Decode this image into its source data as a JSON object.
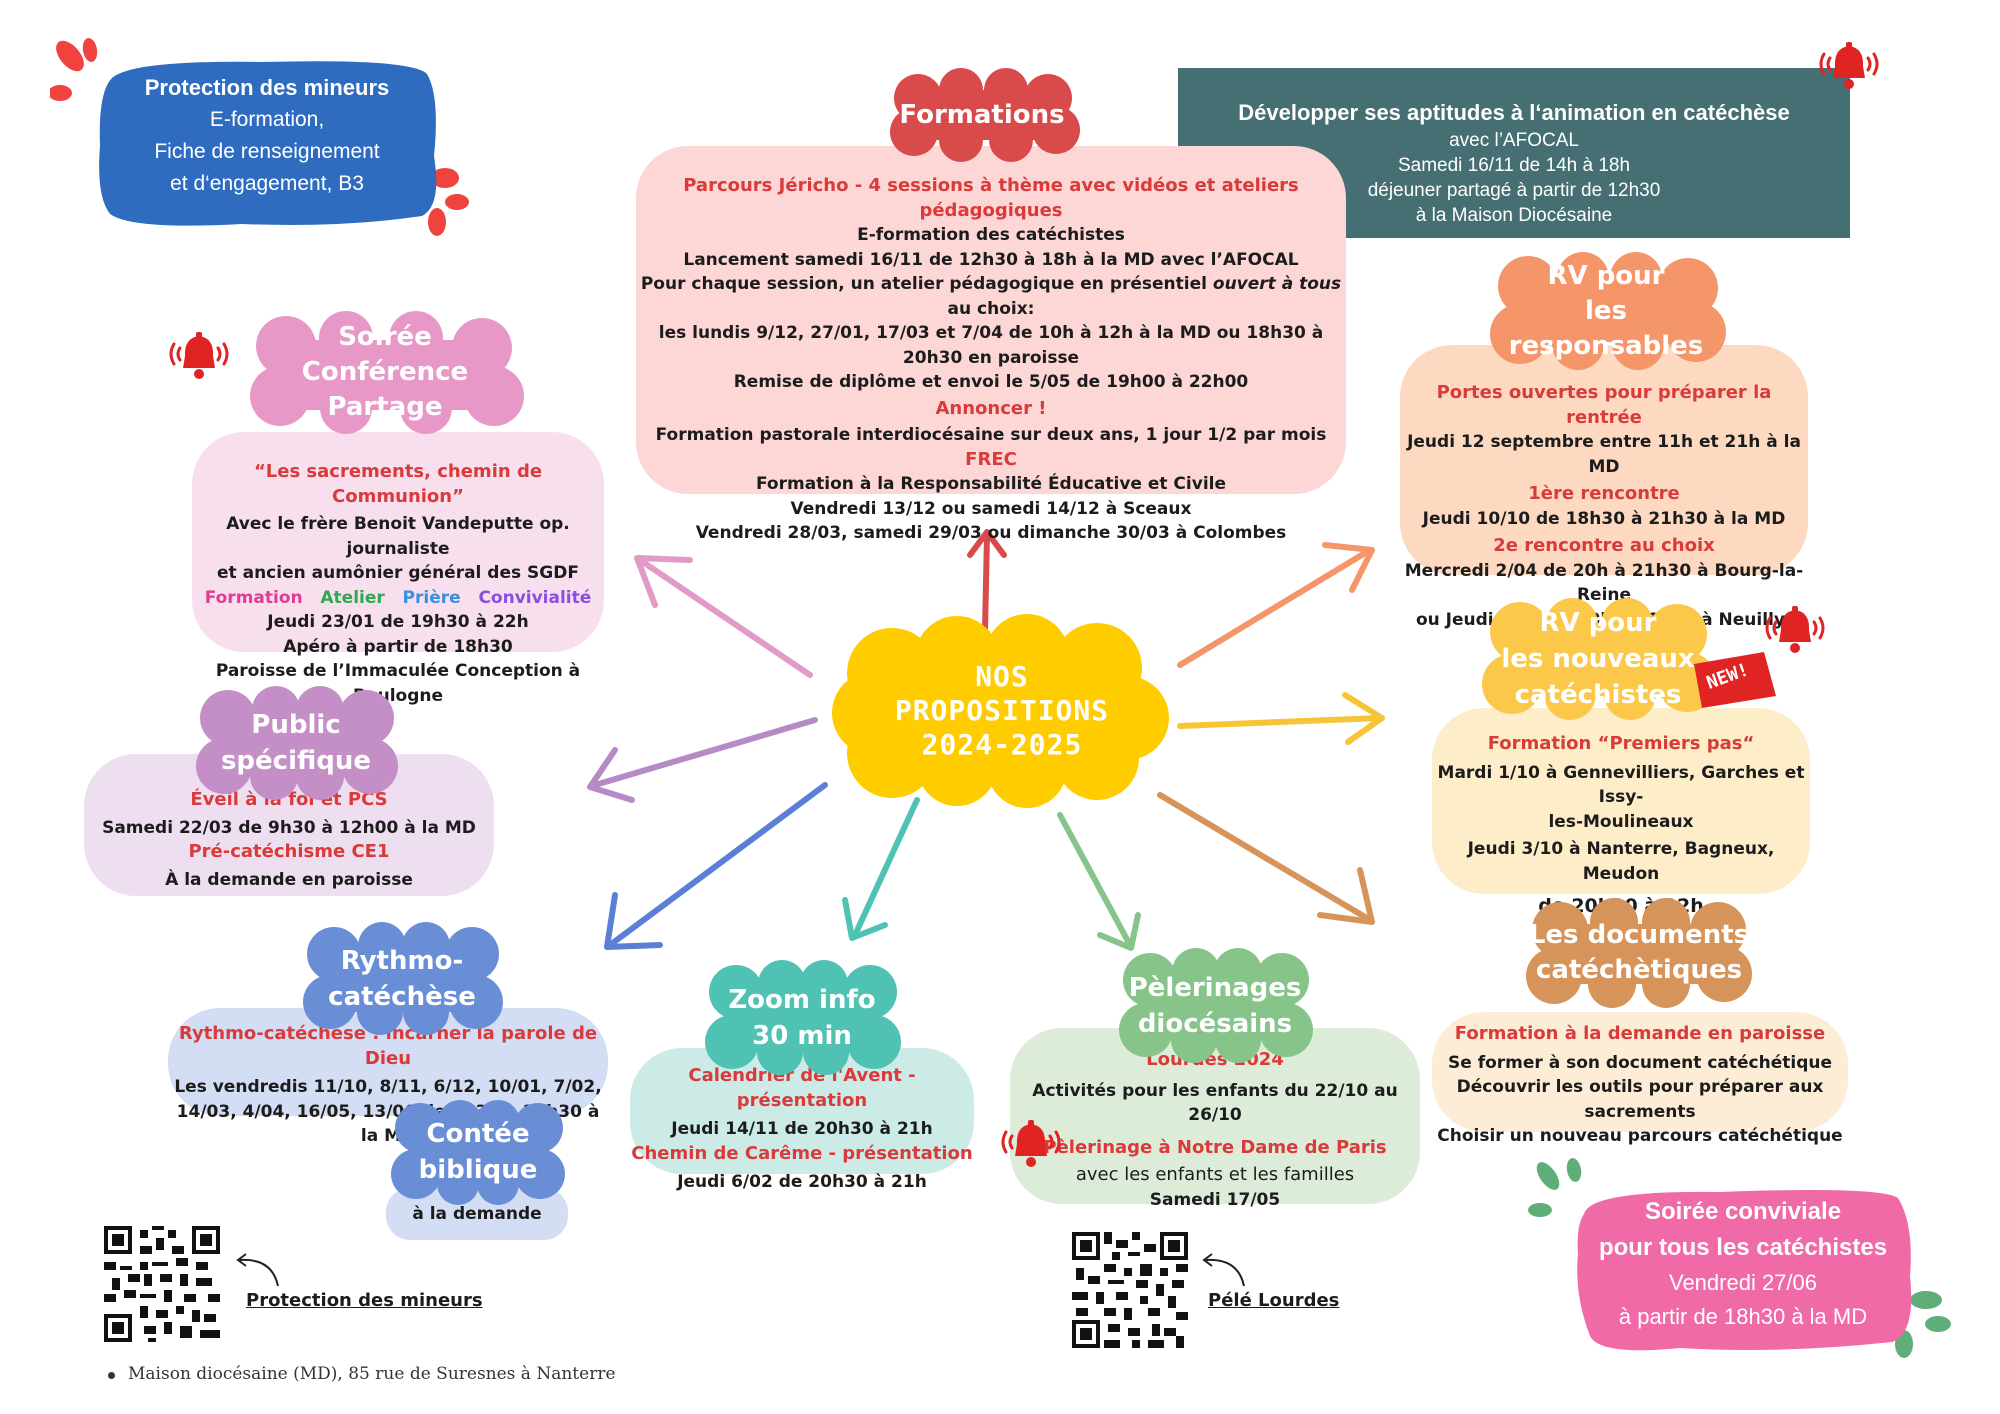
{
  "center": {
    "lines": [
      "NOS",
      "PROPOSITIONS",
      "2024-2025"
    ]
  },
  "protection": {
    "title": "Protection des mineurs",
    "lines": [
      "E-formation,",
      "Fiche de renseignement",
      "et d‘engagement, B3"
    ]
  },
  "afocal": {
    "title": "Développer ses aptitudes à l‘animation en catéchèse",
    "lines": [
      "avec l’AFOCAL",
      "Samedi 16/11 de 14h à 18h",
      "déjeuner partagé à partir de 12h30",
      "à la Maison Diocésaine"
    ]
  },
  "formations": {
    "tag": "Formations",
    "parcours": "Parcours Jéricho - 4 sessions à thème avec vidéos et ateliers pédagogiques",
    "l1": "E-formation des catéchistes",
    "l2": "Lancement samedi 16/11 de 12h30 à 18h à la MD avec l’AFOCAL",
    "l3a": "Pour chaque session, un atelier pédagogique en présentiel ",
    "l3b": "ouvert à tous",
    "l3c": " au choix:",
    "l4": "les lundis 9/12, 27/01, 17/03 et 7/04 de 10h à 12h à la MD ou 18h30 à 20h30 en paroisse",
    "l5": "Remise de diplôme et envoi le 5/05 de 19h00 à 22h00",
    "annoncer": "Annoncer !",
    "l6": "Formation pastorale interdiocésaine sur deux ans, 1 jour 1/2 par mois",
    "frec": "FREC",
    "l7": "Formation à la Responsabilité Éducative et Civile",
    "l8": "Vendredi 13/12 ou samedi 14/12 à Sceaux",
    "l9": "Vendredi 28/03, samedi 29/03 ou dimanche 30/03 à Colombes"
  },
  "rv_resp": {
    "tag1": "RV pour",
    "tag2": "les responsables",
    "h1": "Portes ouvertes pour préparer la rentrée",
    "l1": "Jeudi 12 septembre entre 11h et 21h à la MD",
    "h2": "1ère rencontre",
    "l2": "Jeudi 10/10 de 18h30 à 21h30 à la MD",
    "h3": "2e rencontre au choix",
    "l3": "Mercredi 2/04 de 20h à 21h30 à Bourg-la-Reine",
    "l4": "ou Jeudi 3/04 de 20h à 21h30 à Neuilly-sur-Seine"
  },
  "rv_new": {
    "tag1": "RV pour",
    "tag2": "les nouveaux",
    "tag3": "catéchistes",
    "badge": "NEW!",
    "h1": "Formation “Premiers pas“",
    "l1": "Mardi 1/10 à Gennevilliers, Garches et Issy-",
    "l2": "les-Moulineaux",
    "l3": "Jeudi 3/10 à Nanterre, Bagneux, Meudon",
    "l4": "de 20h30 à 22h"
  },
  "docs": {
    "tag1": "Les documents",
    "tag2": "catéchètiques",
    "h1": "Formation à la demande en paroisse",
    "l1": "Se former à son document catéchétique",
    "l2": "Découvrir les outils pour préparer aux sacrements",
    "l3": "Choisir un nouveau parcours catéchétique"
  },
  "soiree_conv": {
    "l1": "Soirée conviviale",
    "l2": "pour tous les catéchistes",
    "l3": "Vendredi 27/06",
    "l4": "à partir de 18h30 à la MD"
  },
  "soiree_conf": {
    "tag1": "Soirée",
    "tag2": "Conférence Partage",
    "h1": "“Les sacrements, chemin de Communion”",
    "l1": "Avec le frère Benoit Vandeputte op. journaliste",
    "l2": "et ancien aumônier général des SGDF",
    "k1": "Formation",
    "k2": "Atelier",
    "k3": "Prière",
    "k4": "Convivialité",
    "l3": "Jeudi 23/01 de 19h30 à 22h",
    "l4": "Apéro à partir de 18h30",
    "l5": "Paroisse de l’Immaculée Conception à Boulogne"
  },
  "public": {
    "tag1": "Public",
    "tag2": "spécifique",
    "h1": "Éveil à la foi et PCS",
    "l1": "Samedi 22/03 de 9h30 à 12h00 à la MD",
    "h2": "Pré-catéchisme CE1",
    "l2": "À la demande en paroisse"
  },
  "rythmo": {
    "tag1": "Rythmo-",
    "tag2": "catéchèse",
    "h1": "Rythmo-catéchèse : incarner la parole de Dieu",
    "l1": "Les vendredis 11/10, 8/11, 6/12, 10/01, 7/02,",
    "l2": "14/03, 4/04, 16/05, 13/06 de 9h30 à 10h30 à la MD"
  },
  "contee": {
    "tag1": "Contée",
    "tag2": "biblique",
    "l1": "à la demande"
  },
  "zoom": {
    "tag1": "Zoom info",
    "tag2": "30 min",
    "h1": "Calendrier de l'Avent - présentation",
    "l1": "Jeudi 14/11 de 20h30 à 21h",
    "h2": "Chemin de Carême - présentation",
    "l2": "Jeudi 6/02 de 20h30 à 21h"
  },
  "pele": {
    "tag1": "Pèlerinages",
    "tag2": "diocésains",
    "h1": "Lourdes 2024",
    "l1": "Activités pour les enfants du 22/10 au 26/10",
    "h2": "Pèlerinage à Notre Dame de Paris",
    "l2": "avec les enfants et les familles",
    "l3": "Samedi 17/05"
  },
  "qr": {
    "label1": "Protection des mineurs",
    "label2": "Pélé Lourdes"
  },
  "footer": "Maison diocésaine (MD), 85 rue de Suresnes à Nanterre",
  "colors": {
    "red": "#d93a3a",
    "center": "#ffcc00",
    "formations": "#d94a4a",
    "afocal": "#456f72",
    "protection": "#2f6cc0",
    "pink": "#f06aa8",
    "rose": "#e17bb5",
    "lilac": "#c48fc6",
    "blue": "#6a8ed6",
    "teal": "#4fc2b4",
    "green": "#86c48a",
    "orange": "#f4a25f",
    "yellow": "#fbc84a",
    "brown": "#d6935a"
  }
}
